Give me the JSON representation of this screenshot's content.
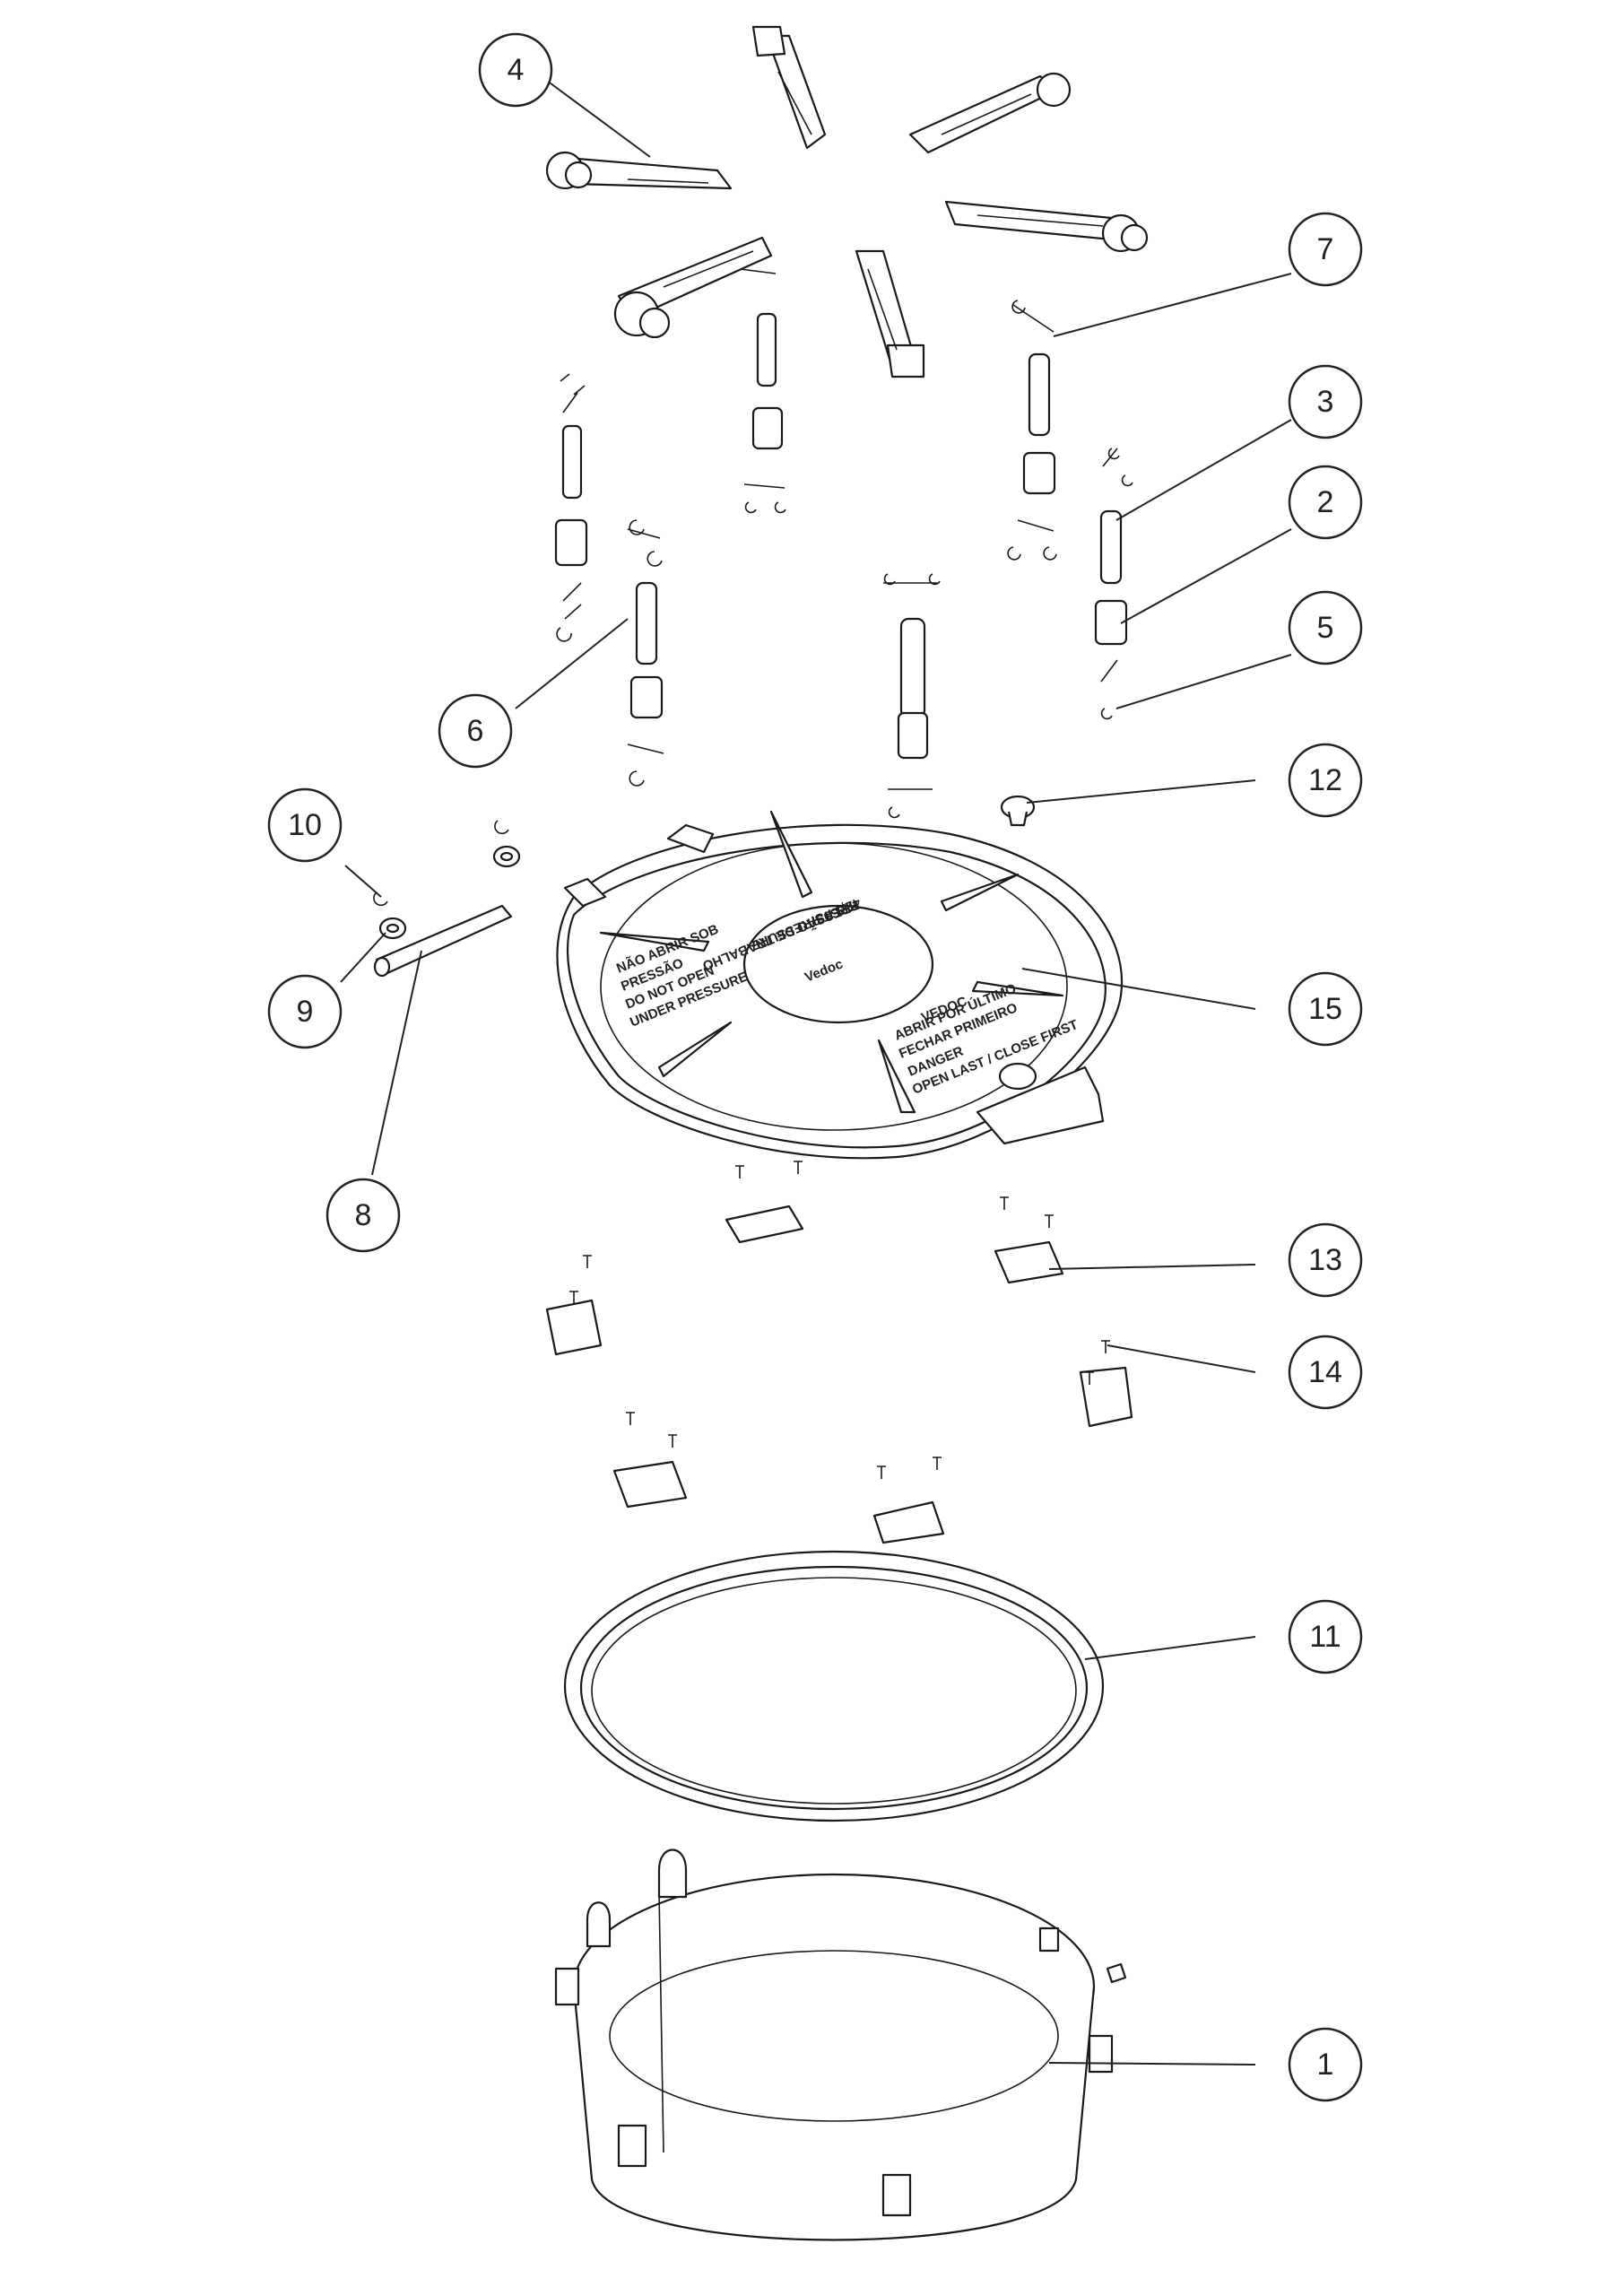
{
  "diagram": {
    "callouts": [
      {
        "id": "c1",
        "label": "1"
      },
      {
        "id": "c2",
        "label": "2"
      },
      {
        "id": "c3",
        "label": "3"
      },
      {
        "id": "c4",
        "label": "4"
      },
      {
        "id": "c5",
        "label": "5"
      },
      {
        "id": "c6",
        "label": "6"
      },
      {
        "id": "c7",
        "label": "7"
      },
      {
        "id": "c8",
        "label": "8"
      },
      {
        "id": "c9",
        "label": "9"
      },
      {
        "id": "c10",
        "label": "10"
      },
      {
        "id": "c11",
        "label": "11"
      },
      {
        "id": "c12",
        "label": "12"
      },
      {
        "id": "c13",
        "label": "13"
      },
      {
        "id": "c14",
        "label": "14"
      },
      {
        "id": "c15",
        "label": "15"
      }
    ],
    "lid": {
      "logo_text": "Vedoc",
      "brand_badge": "VEDOC",
      "upper_text": [
        "PRESSÃO DE TRABALHO",
        "TEST PRESSURE",
        "42,5 PSI"
      ],
      "left_text": [
        "NÃO ABRIR SOB",
        "PRESSÃO",
        "DO NOT OPEN",
        "UNDER PRESSURE"
      ],
      "right_text": [
        "ABRIR POR ÚLTIMO",
        "FECHAR PRIMEIRO",
        "DANGER",
        "OPEN LAST / CLOSE FIRST"
      ]
    }
  }
}
